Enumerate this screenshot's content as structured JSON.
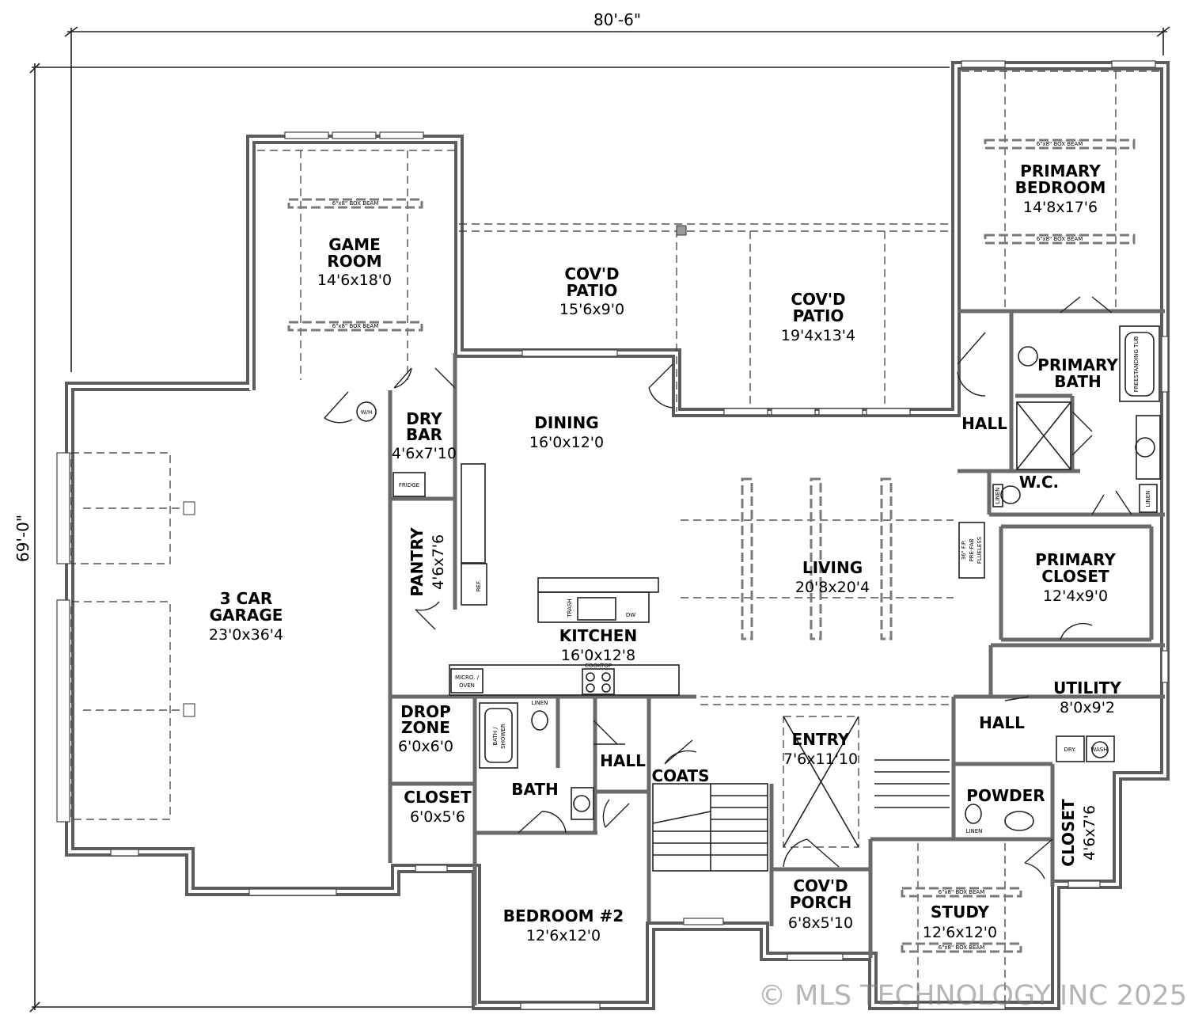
{
  "dimensions": {
    "width_label": "80'-6\"",
    "depth_label": "69'-0\""
  },
  "rooms": [
    {
      "id": "game-room",
      "name_lines": [
        "GAME",
        "ROOM"
      ],
      "size": "14'6x18'0"
    },
    {
      "id": "covd-patio-1",
      "name_lines": [
        "COV'D",
        "PATIO"
      ],
      "size": "15'6x9'0"
    },
    {
      "id": "covd-patio-2",
      "name_lines": [
        "COV'D",
        "PATIO"
      ],
      "size": "19'4x13'4"
    },
    {
      "id": "primary-bedroom",
      "name_lines": [
        "PRIMARY",
        "BEDROOM"
      ],
      "size": "14'8x17'6"
    },
    {
      "id": "primary-bath",
      "name_lines": [
        "PRIMARY",
        "BATH"
      ],
      "size": ""
    },
    {
      "id": "dry-bar",
      "name_lines": [
        "DRY",
        "BAR"
      ],
      "size": "4'6x7'10"
    },
    {
      "id": "dining",
      "name_lines": [
        "DINING"
      ],
      "size": "16'0x12'0"
    },
    {
      "id": "hall-1",
      "name_lines": [
        "HALL"
      ],
      "size": ""
    },
    {
      "id": "wc",
      "name_lines": [
        "W.C."
      ],
      "size": ""
    },
    {
      "id": "pantry",
      "name_lines": [
        "PANTRY"
      ],
      "size": "4'6x7'6"
    },
    {
      "id": "living",
      "name_lines": [
        "LIVING"
      ],
      "size": "20'8x20'4"
    },
    {
      "id": "primary-closet",
      "name_lines": [
        "PRIMARY",
        "CLOSET"
      ],
      "size": "12'4x9'0"
    },
    {
      "id": "garage",
      "name_lines": [
        "3 CAR",
        "GARAGE"
      ],
      "size": "23'0x36'4"
    },
    {
      "id": "kitchen",
      "name_lines": [
        "KITCHEN"
      ],
      "size": "16'0x12'8"
    },
    {
      "id": "utility",
      "name_lines": [
        "UTILITY"
      ],
      "size": "8'0x9'2"
    },
    {
      "id": "drop-zone",
      "name_lines": [
        "DROP",
        "ZONE"
      ],
      "size": "6'0x6'0"
    },
    {
      "id": "entry",
      "name_lines": [
        "ENTRY"
      ],
      "size": "7'6x11'10"
    },
    {
      "id": "hall-2",
      "name_lines": [
        "HALL"
      ],
      "size": ""
    },
    {
      "id": "hall-3",
      "name_lines": [
        "HALL"
      ],
      "size": ""
    },
    {
      "id": "coats",
      "name_lines": [
        "COATS"
      ],
      "size": ""
    },
    {
      "id": "bath",
      "name_lines": [
        "BATH"
      ],
      "size": ""
    },
    {
      "id": "closet-1",
      "name_lines": [
        "CLOSET"
      ],
      "size": "6'0x5'6"
    },
    {
      "id": "powder",
      "name_lines": [
        "POWDER"
      ],
      "size": ""
    },
    {
      "id": "closet-2",
      "name_lines": [
        "CLOSET"
      ],
      "size": "4'6x7'6"
    },
    {
      "id": "bedroom-2",
      "name_lines": [
        "BEDROOM #2"
      ],
      "size": "12'6x12'0"
    },
    {
      "id": "covd-porch",
      "name_lines": [
        "COV'D",
        "PORCH"
      ],
      "size": "6'8x5'10"
    },
    {
      "id": "study",
      "name_lines": [
        "STUDY"
      ],
      "size": "12'6x12'0"
    }
  ],
  "fixture_labels": {
    "wh": "W/H",
    "fridge": "FRIDGE",
    "ref": "REF.",
    "trash": "TRASH",
    "dw": "DW",
    "cooktop": "COOKTOP",
    "micro_oven": [
      "MICRO. /",
      "OVEN"
    ],
    "linen": "LINEN",
    "bath_shower": [
      "BATH /",
      "SHOWER"
    ],
    "freestanding_tub": "FREESTANDING TUB",
    "fireplace": [
      "36\" F.P.",
      "PRE-FAB",
      "FLUELESS"
    ],
    "dry": "DRY.",
    "wash": "WASH.",
    "box_beam": "6\"x8\" BOX BEAM"
  },
  "copyright": "© MLS TECHNOLOGY INC 2025"
}
